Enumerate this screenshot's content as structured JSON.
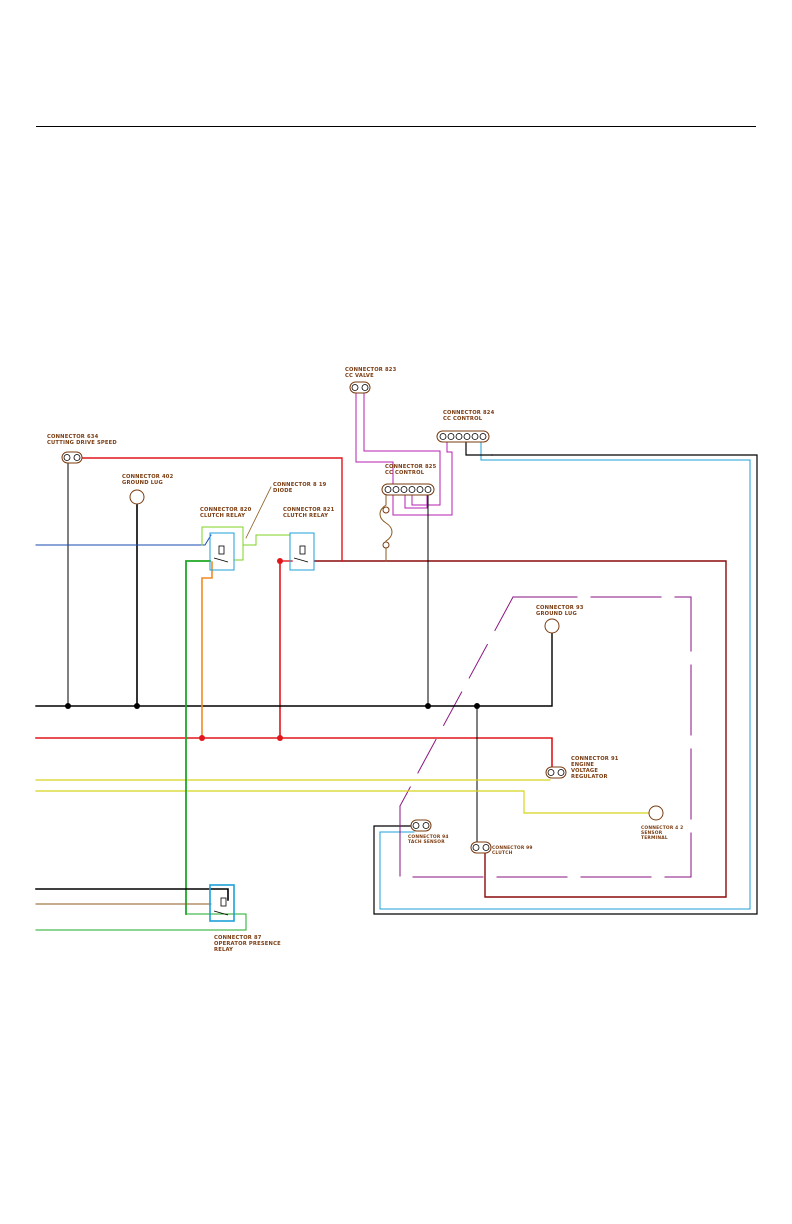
{
  "colors": {
    "black": "#000000",
    "red": "#e0161b",
    "darkred": "#8b0a0a",
    "green": "#1ea826",
    "lightgreen": "#7ed321",
    "orange": "#f08a24",
    "blue": "#1a4bb0",
    "cyan": "#1ea0d8",
    "magenta": "#b51fb0",
    "purple": "#8a1280",
    "yellow": "#d8d41a",
    "brown": "#8b5a1e",
    "label": "#7a3b10"
  },
  "labels": {
    "c634": [
      "CONNECTOR 634",
      "CUTTING DRIVE SPEED"
    ],
    "c402": [
      "CONNECTOR 402",
      "GROUND LUG"
    ],
    "c823": [
      "CONNECTOR 823",
      "CC VALVE"
    ],
    "c824": [
      "CONNECTOR 824",
      "CC CONTROL"
    ],
    "c825": [
      "CONNECTOR 825",
      "CC CONTROL"
    ],
    "c819": [
      "CONNECTOR 8 19",
      "DIODE"
    ],
    "c820": [
      "CONNECTOR 820",
      "CLUTCH RELAY"
    ],
    "c821": [
      "CONNECTOR 821",
      "CLUTCH RELAY"
    ],
    "c93": [
      "CONNECTOR 93",
      "GROUND LUG"
    ],
    "c91": [
      "CONNECTOR 91",
      "ENGINE",
      "VOLTAGE",
      "REGULATOR"
    ],
    "c4": [
      "CONNECTOR 4 2",
      "SENSOR",
      "TERMINAL"
    ],
    "c94": [
      "CONNECTOR 94",
      "TACH SENSOR"
    ],
    "c99": [
      "CONNECTOR 99",
      "CLUTCH"
    ],
    "c87": [
      "CONNECTOR 87",
      "OPERATOR PRESENCE",
      "RELAY"
    ]
  }
}
